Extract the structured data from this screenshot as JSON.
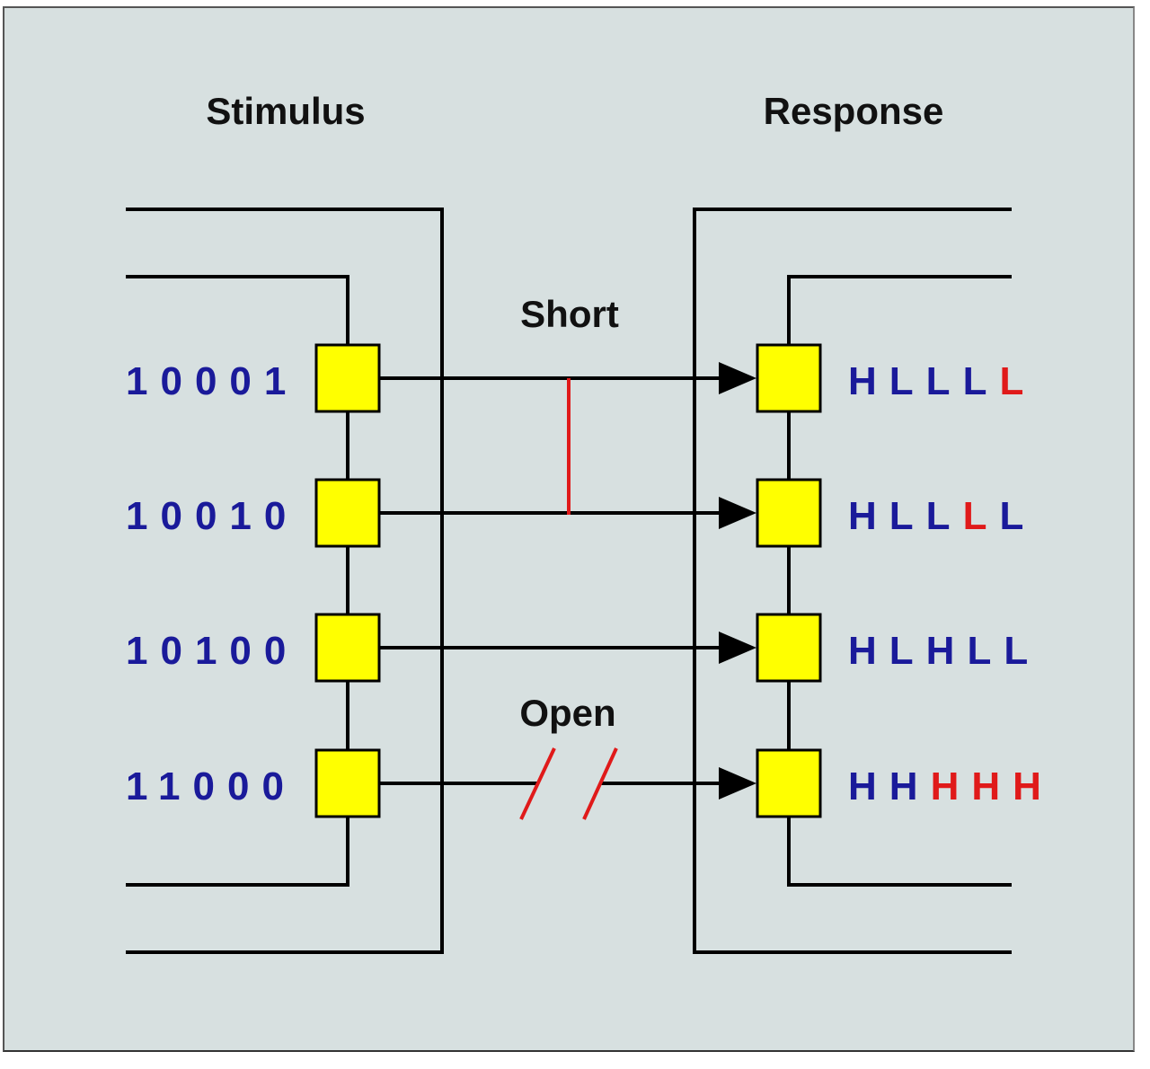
{
  "headers": {
    "stimulus": "Stimulus",
    "response": "Response"
  },
  "faults": {
    "short": "Short",
    "open": "Open"
  },
  "colors": {
    "background": "#d7e0e0",
    "pin_fill": "#ffff00",
    "normal_text": "#1a1a9a",
    "fault_text": "#e01a1a",
    "fault_line": "#e01a1a",
    "wire": "#000000"
  },
  "rows": [
    {
      "stimulus": "10001",
      "response": [
        {
          "ch": "H",
          "fault": false
        },
        {
          "ch": "L",
          "fault": false
        },
        {
          "ch": "L",
          "fault": false
        },
        {
          "ch": "L",
          "fault": false
        },
        {
          "ch": "L",
          "fault": true
        }
      ]
    },
    {
      "stimulus": "10010",
      "response": [
        {
          "ch": "H",
          "fault": false
        },
        {
          "ch": "L",
          "fault": false
        },
        {
          "ch": "L",
          "fault": false
        },
        {
          "ch": "L",
          "fault": true
        },
        {
          "ch": "L",
          "fault": false
        }
      ]
    },
    {
      "stimulus": "10100",
      "response": [
        {
          "ch": "H",
          "fault": false
        },
        {
          "ch": "L",
          "fault": false
        },
        {
          "ch": "H",
          "fault": false
        },
        {
          "ch": "L",
          "fault": false
        },
        {
          "ch": "L",
          "fault": false
        }
      ]
    },
    {
      "stimulus": "11000",
      "response": [
        {
          "ch": "H",
          "fault": false
        },
        {
          "ch": "H",
          "fault": false
        },
        {
          "ch": "H",
          "fault": true
        },
        {
          "ch": "H",
          "fault": true
        },
        {
          "ch": "H",
          "fault": true
        }
      ]
    }
  ]
}
